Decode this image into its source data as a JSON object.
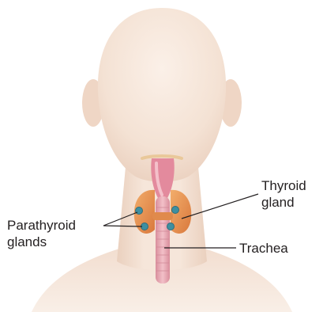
{
  "labels": {
    "parathyroid_line1": "Parathyroid",
    "parathyroid_line2": "glands",
    "thyroid_line1": "Thyroid",
    "thyroid_line2": "gland",
    "trachea": "Trachea"
  },
  "colors": {
    "skin": "#f4e2d4",
    "skin_shadow": "#e9cdbb",
    "thyroid": "#e8944f",
    "parathyroid": "#3e8fa0",
    "trachea": "#e8a8b4",
    "larynx": "#e38a9d",
    "label_text": "#231f20",
    "leader_line": "#231f20"
  }
}
